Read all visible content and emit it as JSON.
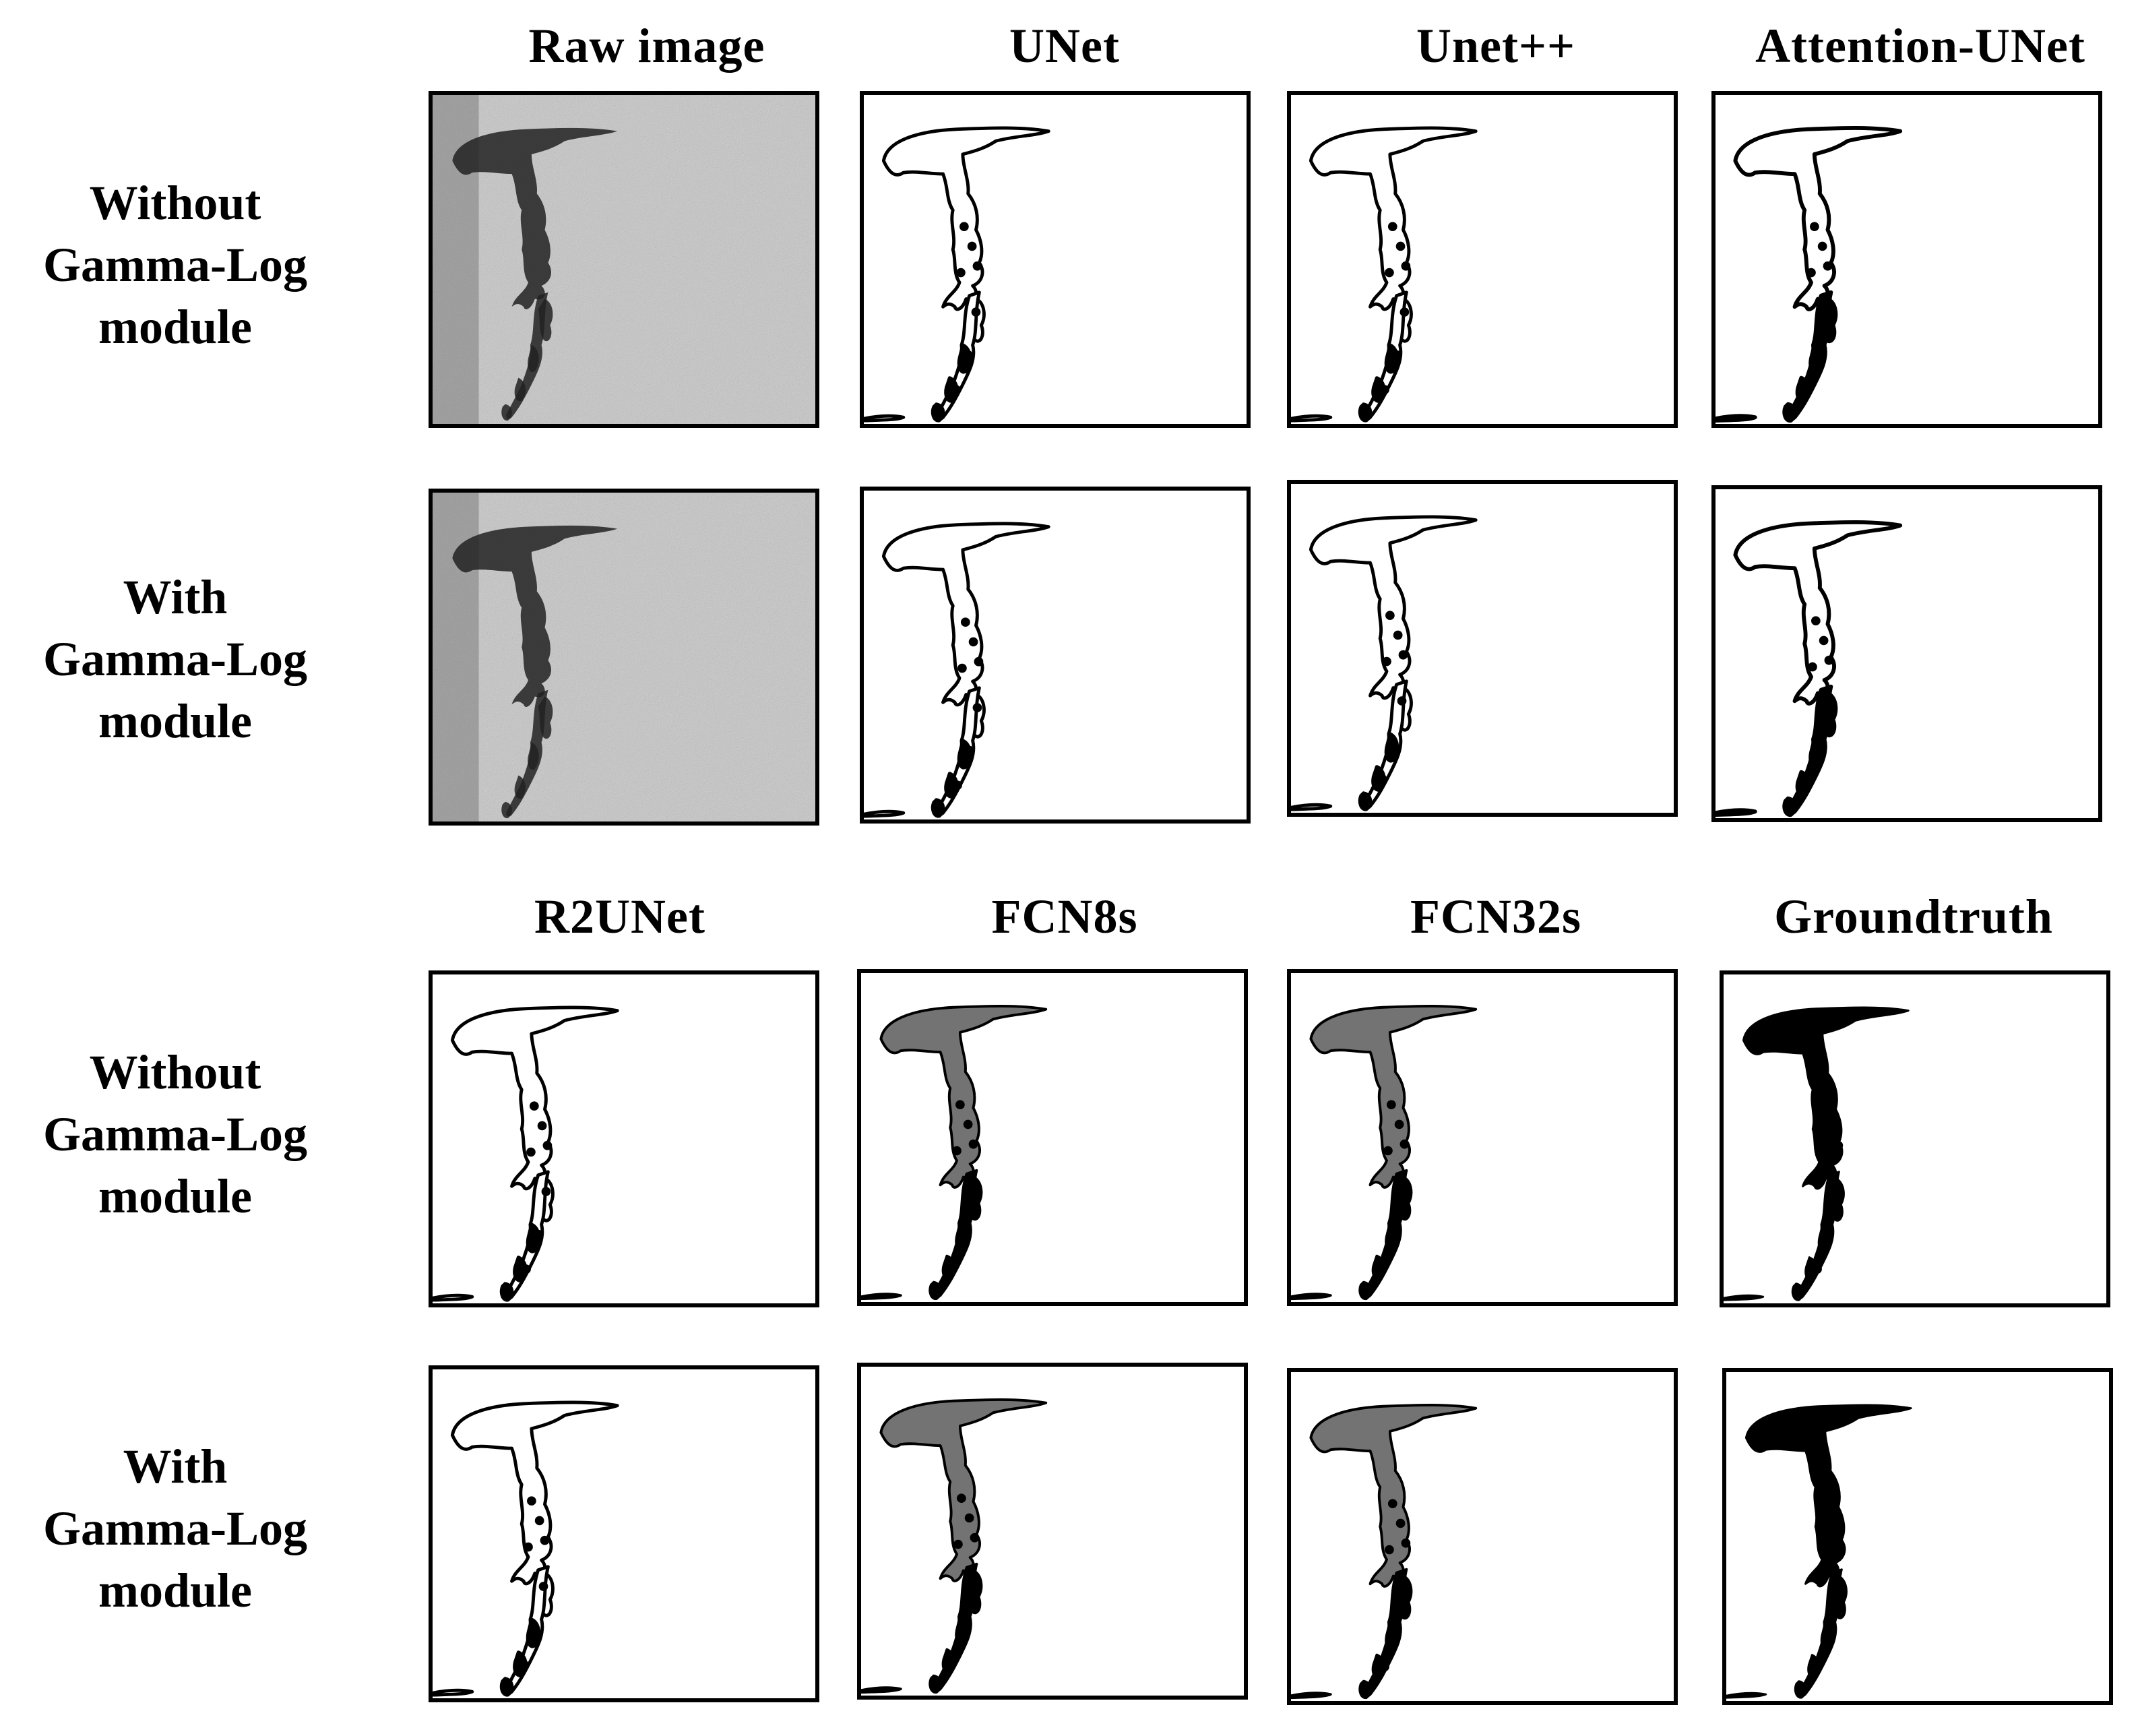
{
  "column_titles_top": [
    "Raw image",
    "UNet",
    "Unet++",
    "Attention-UNet"
  ],
  "column_titles_bottom": [
    "R2UNet",
    "FCN8s",
    "FCN32s",
    "Groundtruth"
  ],
  "row_labels": [
    [
      "Without",
      "Gamma-Log",
      "module"
    ],
    [
      "With",
      "Gamma-Log",
      "module"
    ],
    [
      "Without",
      "Gamma-Log",
      "module"
    ],
    [
      "With",
      "Gamma-Log",
      "module"
    ]
  ],
  "panel_styles": {
    "top": [
      "raw",
      "outline",
      "outline",
      "outline-dark"
    ],
    "bottom": [
      "outline",
      "semi",
      "semi",
      "filled"
    ]
  },
  "colors": {
    "ink": "#000000",
    "background": "#ffffff",
    "raw_gray": "#c8c8c8"
  }
}
